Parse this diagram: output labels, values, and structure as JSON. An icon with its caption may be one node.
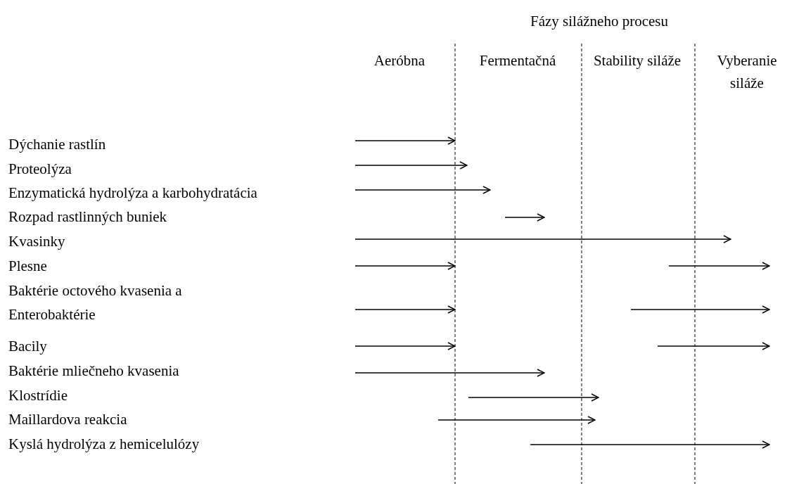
{
  "diagram": {
    "title": "Fázy silážneho procesu",
    "labels": [
      "Aeróbna",
      "Fermentačná",
      "Stability siláže",
      "Vyberanie siláže",
      "Dýchanie rastlín",
      "Proteolýza",
      "Enzymatická hydrolýza a karbohydratácia",
      "Rozpad rastlinných buniek",
      "Kvasinky",
      "Plesne",
      "Baktérie octového kvasenia a Enterobaktérie",
      "Bacily",
      "Baktérie mliečneho kvasenia",
      "Klostrídie",
      "Maillardova reakcia",
      "Kyslá hydrolýza z hemicelulózy"
    ]
  }
}
